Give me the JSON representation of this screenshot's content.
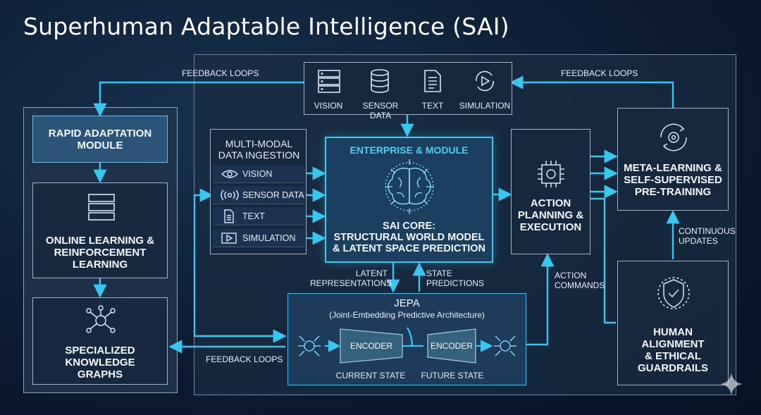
{
  "title": "Superhuman Adaptable Intelligence (SAI)",
  "feedback_left": "FEEDBACK LOOPS",
  "feedback_right": "FEEDBACK LOOPS",
  "feedback_bottom": "FEEDBACK LOOPS",
  "top_inputs": [
    {
      "label": "VISION",
      "icon": "server-icon"
    },
    {
      "label": "SENSOR DATA",
      "icon": "database-icon"
    },
    {
      "label": "TEXT",
      "icon": "document-icon"
    },
    {
      "label": "SIMULATION",
      "icon": "play-cycle-icon"
    }
  ],
  "left": {
    "rapid": "RAPID ADAPTATION\nMODULE",
    "online": "ONLINE LEARNING &\nREINFORCEMENT\nLEARNING",
    "graphs": "SPECIALIZED\nKNOWLEDGE\nGRAPHS"
  },
  "ingestion": {
    "title": "MULTI-MODAL\nDATA INGESTION",
    "items": [
      {
        "label": "VISION",
        "icon": "eye-icon"
      },
      {
        "label": "SENSOR DATA",
        "icon": "signal-icon"
      },
      {
        "label": "TEXT",
        "icon": "document-icon"
      },
      {
        "label": "SIMULATION",
        "icon": "video-icon"
      }
    ]
  },
  "core": {
    "header": "ENTERPRISE & MODULE",
    "label": "SAI CORE:\nSTRUCTURAL WORLD MODEL\n& LATENT SPACE PREDICTION"
  },
  "latent": "LATENT\nREPRESENTATIONS",
  "state_pred": "STATE\nPREDICTIONS",
  "action": "ACTION\nPLANNING &\nEXECUTION",
  "action_commands": "ACTION\nCOMMANDS",
  "meta": "META-LEARNING &\nSELF-SUPERVISED\nPRE-TRAINING",
  "continuous": "CONTINUOUS\nUPDATES",
  "human": "HUMAN\nALIGNMENT\n& ETHICAL\nGUARDRAILS",
  "jepa": {
    "title": "JEPA",
    "subtitle": "(Joint-Embedding Predictive Architecture)",
    "encoder1": "ENCODER",
    "encoder2": "ENCODER",
    "current": "CURRENT STATE",
    "future": "FUTURE STATE"
  },
  "colors": {
    "accent": "#39c6f0",
    "panel": "#20344c",
    "core": "#1c3e5f",
    "background": "#0c1c33"
  }
}
